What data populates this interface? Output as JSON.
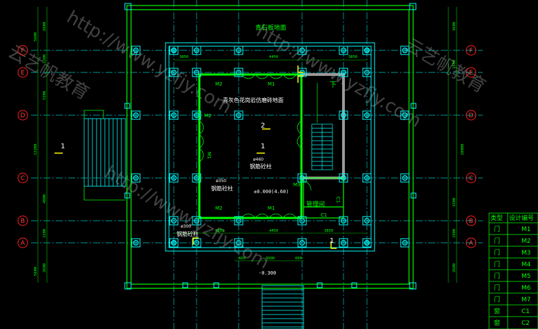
{
  "colors": {
    "background": "#000000",
    "axis": "#00ffff",
    "wall_green": "#00ff00",
    "column_cyan": "#00ffff",
    "dimension_green": "#00d000",
    "text_white": "#ffffff",
    "marker_yellow": "#ffff00",
    "axis_circle_red": "#ff2020",
    "stair_wall_gray": "#9a9a9a",
    "watermark": "#5a5a5a"
  },
  "room_labels": {
    "top_floor": "青石板地面",
    "main_floor": "青灰色花岗岩仿磨砖地面",
    "management_room": "管理间",
    "stair_down": "下"
  },
  "axis_labels": {
    "left": [
      "F",
      "E",
      "D",
      "C",
      "B",
      "A"
    ],
    "right": [
      "F",
      "E",
      "D",
      "C",
      "B",
      "A"
    ]
  },
  "door_labels": {
    "m1_top": "M1",
    "m2_top": "M2",
    "m2_left": "M2",
    "m1_left": "M1",
    "m2_bottom": "M2",
    "m1_bottom": "M1",
    "m3": "M3",
    "c1_right": "C1",
    "c1_bottom": "C1"
  },
  "column_labels": {
    "c1_size": "ø460",
    "c1_text": "钢筋砼柱",
    "c2_size": "ø350",
    "c2_text": "钢筋砼柱",
    "c3_size": "ø300",
    "c3_text": "钢筋砼柱"
  },
  "section_marks": [
    "1",
    "1",
    "2",
    "1"
  ],
  "elevations": {
    "floor": "±0.000(4.60)",
    "lower": "-0.300"
  },
  "dims_top": [
    "3850",
    "4450",
    "3850"
  ],
  "dims_bottom": [
    "3850",
    "4450",
    "3850"
  ],
  "dims_bottom2": [
    "600",
    "3000",
    "600"
  ],
  "dims_left": [
    "2600",
    "1200",
    "5200",
    "4800",
    "1200",
    "2600"
  ],
  "dims_left_outer": [
    "5600",
    "12200",
    "5600"
  ],
  "dims_right": [
    "3600",
    "1900",
    "10000",
    "3200",
    "1900",
    "2600"
  ],
  "watermarks": [
    "http://www.yzfjy.com",
    "http://www.yzfjy.com",
    "http://www.yzfjy.com",
    "云艺帆教育",
    "云艺帆教育"
  ],
  "legend": {
    "title": "类型",
    "title2": "设计编号",
    "rows": [
      {
        "type": "门",
        "code": "M1"
      },
      {
        "type": "门",
        "code": "M2"
      },
      {
        "type": "门",
        "code": "M3"
      },
      {
        "type": "门",
        "code": "M4"
      },
      {
        "type": "门",
        "code": "M5"
      },
      {
        "type": "门",
        "code": "M6"
      },
      {
        "type": "门",
        "code": "M7"
      },
      {
        "type": "窗",
        "code": "C1"
      },
      {
        "type": "窗",
        "code": "C2"
      }
    ]
  }
}
